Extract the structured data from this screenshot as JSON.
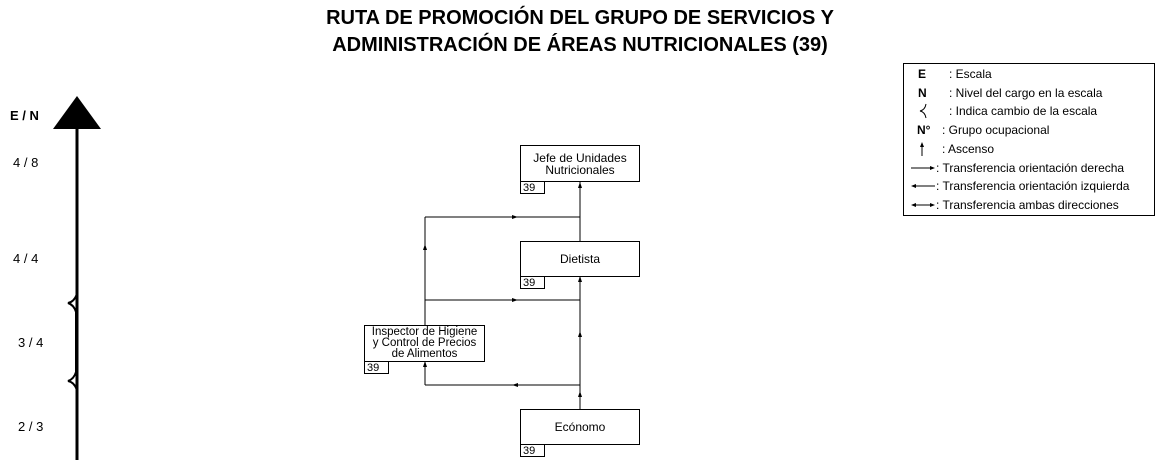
{
  "title": {
    "line1": "RUTA DE PROMOCIÓN DEL GRUPO DE SERVICIOS Y",
    "line2": "ADMINISTRACIÓN DE ÁREAS NUTRICIONALES (39)"
  },
  "axis": {
    "header": "E / N",
    "levels": [
      "4 / 8",
      "4 / 4",
      "3 / 4",
      "2 / 3"
    ]
  },
  "positions": {
    "jefe": {
      "name": "Jefe de Unidades Nutricionales",
      "code": "39"
    },
    "dietista": {
      "name": "Dietista",
      "code": "39"
    },
    "inspector": {
      "name": "Inspector de Higiene y Control de Precios de Alimentos",
      "code": "39"
    },
    "economo": {
      "name": "Ecónomo",
      "code": "39"
    }
  },
  "legend": {
    "items": [
      {
        "symbol": "E",
        "text": ": Escala"
      },
      {
        "symbol": "N",
        "text": ": Nivel del cargo en la escala"
      },
      {
        "symbol": "",
        "icon": "scale-change-icon",
        "text": ": Indica cambio de la escala"
      },
      {
        "symbol": "N°",
        "text": ": Grupo ocupacional"
      },
      {
        "symbol": "",
        "icon": "ascend-arrow-icon",
        "text": ": Ascenso"
      },
      {
        "symbol": "",
        "icon": "right-arrow-icon",
        "text": ": Transferencia orientación derecha"
      },
      {
        "symbol": "",
        "icon": "left-arrow-icon",
        "text": ": Transferencia orientación izquierda"
      },
      {
        "symbol": "",
        "icon": "both-arrow-icon",
        "text": ": Transferencia ambas direcciones"
      }
    ]
  }
}
